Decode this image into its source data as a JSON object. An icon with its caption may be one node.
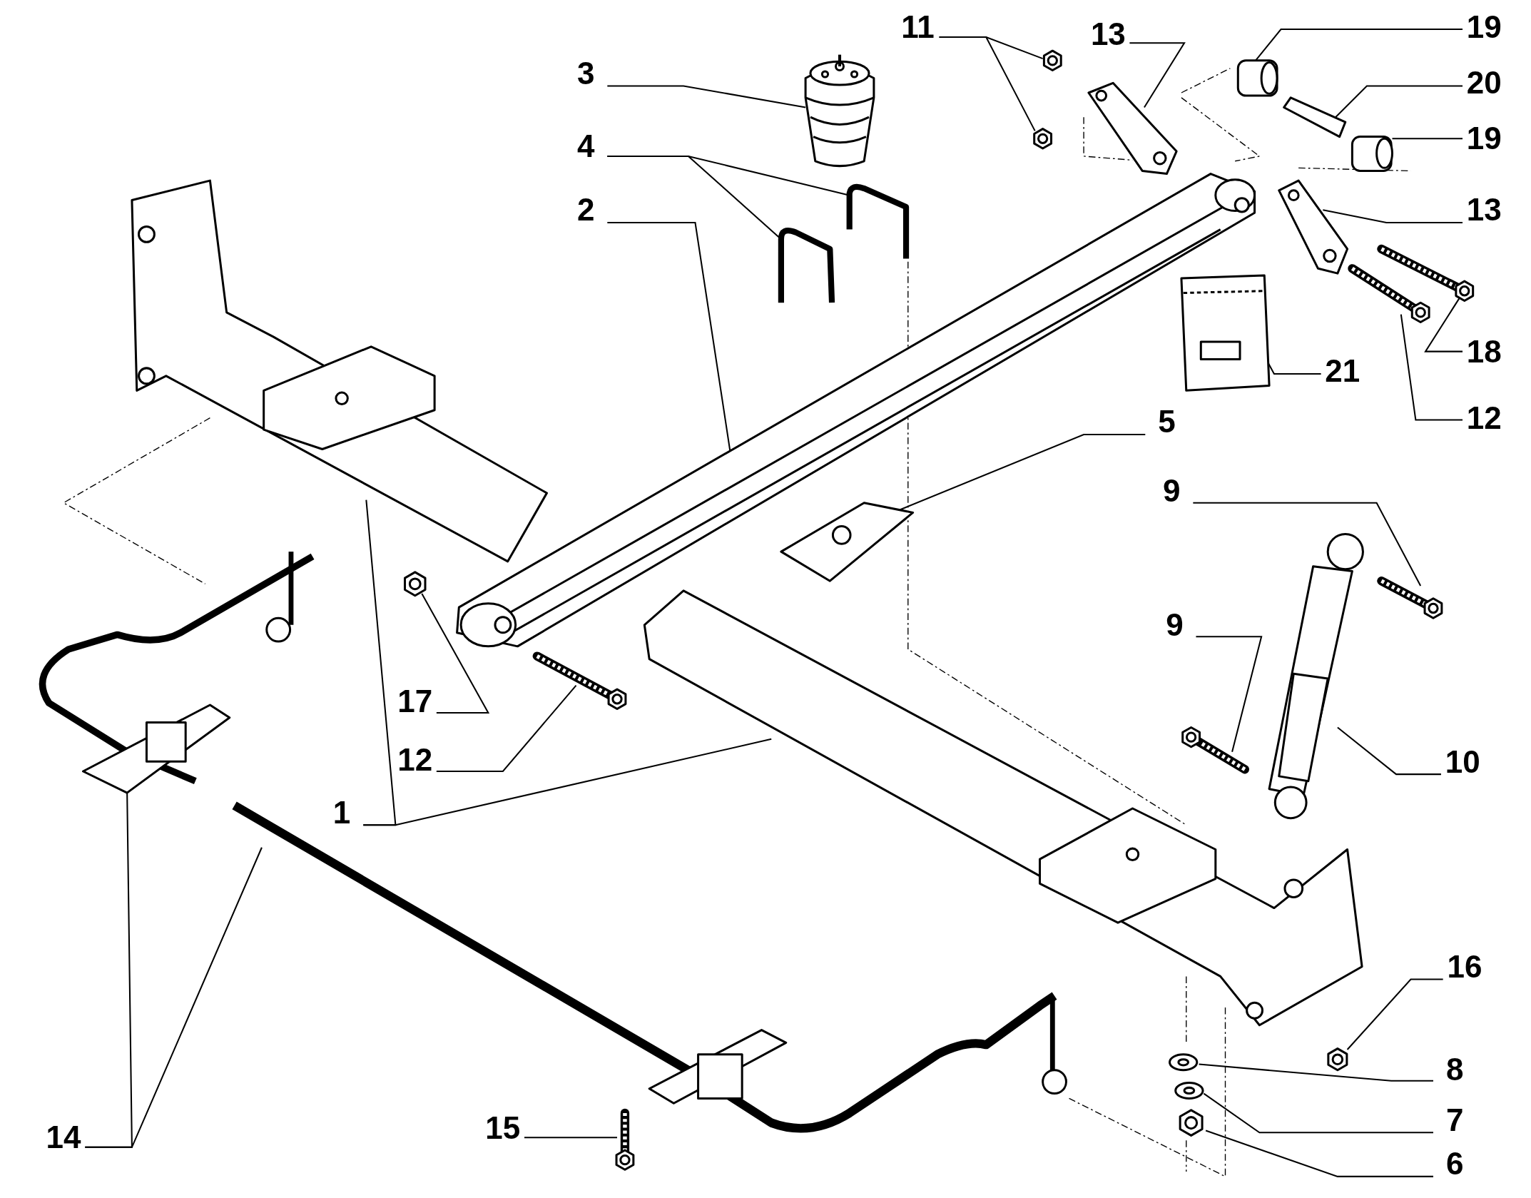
{
  "diagram": {
    "nodes": [
      {
        "text": [
          "11"
        ]
      },
      {
        "text": [
          "13"
        ]
      },
      {
        "text": [
          "19"
        ]
      },
      {
        "text": [
          "3"
        ]
      },
      {
        "text": [
          "20"
        ]
      },
      {
        "text": [
          "19"
        ]
      },
      {
        "text": [
          "4"
        ]
      },
      {
        "text": [
          "2"
        ]
      },
      {
        "text": [
          "13"
        ]
      },
      {
        "text": [
          "18"
        ]
      },
      {
        "text": [
          "21"
        ]
      },
      {
        "text": [
          "12"
        ]
      },
      {
        "text": [
          "5"
        ]
      },
      {
        "text": [
          "9"
        ]
      },
      {
        "text": [
          "9"
        ]
      },
      {
        "text": [
          "17"
        ]
      },
      {
        "text": [
          "12"
        ]
      },
      {
        "text": [
          "10"
        ]
      },
      {
        "text": [
          "1"
        ]
      },
      {
        "text": [
          "16"
        ]
      },
      {
        "text": [
          "8"
        ]
      },
      {
        "text": [
          "7"
        ]
      },
      {
        "text": [
          "6"
        ]
      },
      {
        "text": [
          "15"
        ]
      },
      {
        "text": [
          "14"
        ]
      },
      {
        "text": [],
        "shape": "picture"
      },
      {
        "text": [],
        "shape": "picture"
      },
      {
        "text": [],
        "shape": "picture"
      },
      {
        "text": [],
        "shape": "picture"
      },
      {
        "text": [],
        "shape": "picture"
      },
      {
        "text": [],
        "shape": "picture"
      },
      {
        "text": [],
        "shape": "picture"
      },
      {
        "text": [],
        "shape": "picture"
      },
      {
        "text": [],
        "shape": "picture"
      },
      {
        "text": [],
        "shape": "picture"
      },
      {
        "text": [],
        "shape": "picture"
      },
      {
        "text": [],
        "shape": "picture"
      },
      {
        "text": [],
        "shape": "picture"
      },
      {
        "text": [],
        "shape": "picture"
      },
      {
        "text": [],
        "shape": "picture"
      },
      {
        "text": [],
        "shape": "picture"
      },
      {
        "text": [],
        "shape": "picture"
      },
      {
        "text": [],
        "shape": "picture"
      },
      {
        "text": [],
        "shape": "picture"
      },
      {
        "text": [],
        "shape": "picture"
      },
      {
        "text": [],
        "shape": "picture"
      },
      {
        "text": [],
        "shape": "picture"
      },
      {
        "text": [],
        "shape": "picture"
      },
      {
        "text": [],
        "shape": "picture"
      },
      {
        "text": [],
        "shape": "picture"
      },
      {
        "text": [],
        "shape": "picture"
      },
      {
        "text": [],
        "shape": "picture"
      },
      {
        "text": [],
        "shape": "picture"
      },
      {
        "text": [],
        "shape": "picture"
      }
    ],
    "edges": [
      {
        "from": 0,
        "to": 25,
        "arrow": "none"
      },
      {
        "from": 0,
        "to": 26,
        "arrow": "none"
      },
      {
        "from": 1,
        "to": 27,
        "arrow": "none"
      },
      {
        "from": 2,
        "to": 28,
        "arrow": "none"
      },
      {
        "from": 3,
        "to": 29,
        "arrow": "none"
      },
      {
        "from": 4,
        "to": 30,
        "arrow": "none"
      },
      {
        "from": 5,
        "to": 31,
        "arrow": "none"
      },
      {
        "from": 6,
        "to": 32,
        "arrow": "none"
      },
      {
        "from": 6,
        "to": 33,
        "arrow": "none"
      },
      {
        "from": 7,
        "to": 34,
        "arrow": "none"
      },
      {
        "from": 8,
        "to": 35,
        "arrow": "none"
      },
      {
        "from": 9,
        "to": 36,
        "arrow": "none"
      },
      {
        "from": 10,
        "to": 37,
        "arrow": "none"
      },
      {
        "from": 11,
        "to": 38,
        "arrow": "none"
      },
      {
        "from": 12,
        "to": 39,
        "arrow": "none"
      },
      {
        "from": 13,
        "to": 40,
        "arrow": "none"
      },
      {
        "from": 14,
        "to": 41,
        "arrow": "none"
      },
      {
        "from": 15,
        "to": 42,
        "arrow": "none"
      },
      {
        "from": 16,
        "to": 43,
        "arrow": "none"
      },
      {
        "from": 17,
        "to": 44,
        "arrow": "none"
      },
      {
        "from": 18,
        "to": 45,
        "arrow": "none"
      },
      {
        "from": 18,
        "to": 46,
        "arrow": "none"
      },
      {
        "from": 19,
        "to": 47,
        "arrow": "none"
      },
      {
        "from": 20,
        "to": 48,
        "arrow": "none"
      },
      {
        "from": 21,
        "to": 49,
        "arrow": "none"
      },
      {
        "from": 22,
        "to": 50,
        "arrow": "none"
      },
      {
        "from": 23,
        "to": 51,
        "arrow": "none"
      },
      {
        "from": 24,
        "to": 52,
        "arrow": "none"
      },
      {
        "from": 24,
        "to": 53,
        "arrow": "none"
      }
    ]
  }
}
